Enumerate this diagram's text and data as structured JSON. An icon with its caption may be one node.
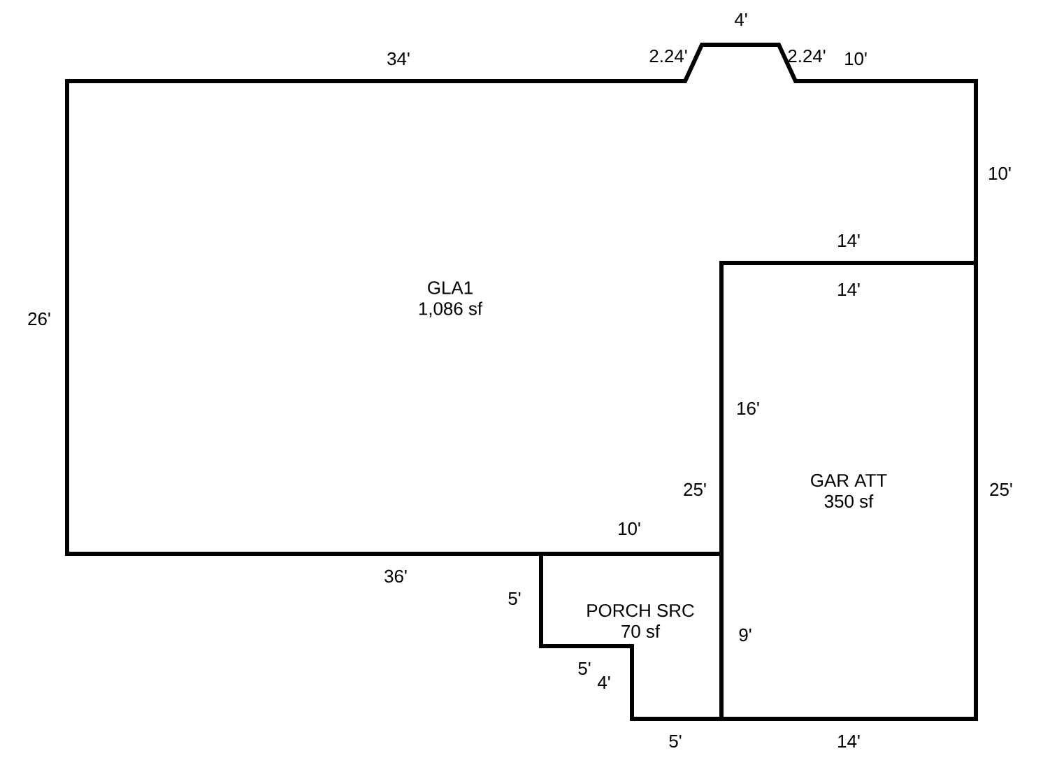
{
  "diagram": {
    "nodes": [
      {
        "text": [
          "GLA1",
          "1,086 sf"
        ]
      },
      {
        "text": [
          "GAR ATT",
          "350 sf"
        ]
      },
      {
        "text": [
          "PORCH SRC",
          "70 sf"
        ]
      }
    ],
    "labels": [
      "4'",
      "34'",
      "2.24'",
      "2.24'",
      "10'",
      "10'",
      "14'",
      "14'",
      "26'",
      "16'",
      "25'",
      "25'",
      "10'",
      "36'",
      "5'",
      "9'",
      "5'",
      "4'",
      "5'",
      "14'"
    ]
  }
}
